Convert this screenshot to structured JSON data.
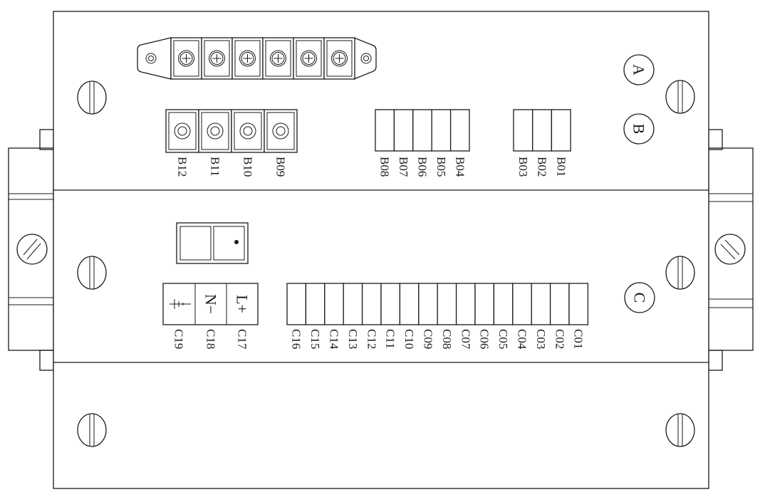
{
  "panels": {
    "A": "A",
    "B": "B",
    "C": "C"
  },
  "terminal_b_large": [
    "B12",
    "B11",
    "B10",
    "B09"
  ],
  "terminal_b_mid": [
    "B08",
    "B07",
    "B06",
    "B05",
    "B04"
  ],
  "terminal_b_right": [
    "B03",
    "B02",
    "B01"
  ],
  "power_terminals": {
    "symbols": [
      "⏚",
      "N−",
      "L+"
    ],
    "labels": [
      "C19",
      "C18",
      "C17"
    ]
  },
  "terminal_c": [
    "C16",
    "C15",
    "C14",
    "C13",
    "C12",
    "C11",
    "C10",
    "C09",
    "C08",
    "C07",
    "C06",
    "C05",
    "C04",
    "C03",
    "C02",
    "C01"
  ]
}
